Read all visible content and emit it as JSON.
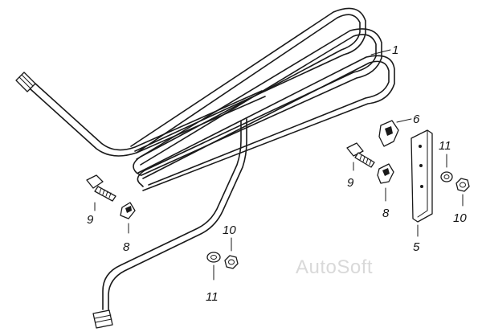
{
  "callouts": {
    "c1": "1",
    "c6": "6",
    "c9_left": "9",
    "c8_left": "8",
    "c9_right": "9",
    "c8_right": "8",
    "c11_right": "11",
    "c10_right": "10",
    "c5": "5",
    "c10_center": "10",
    "c11_center": "11"
  },
  "watermark": "AutoSoft",
  "colors": {
    "line": "#1a1a1a",
    "watermark": "#d9d9d9",
    "background": "#ffffff"
  }
}
